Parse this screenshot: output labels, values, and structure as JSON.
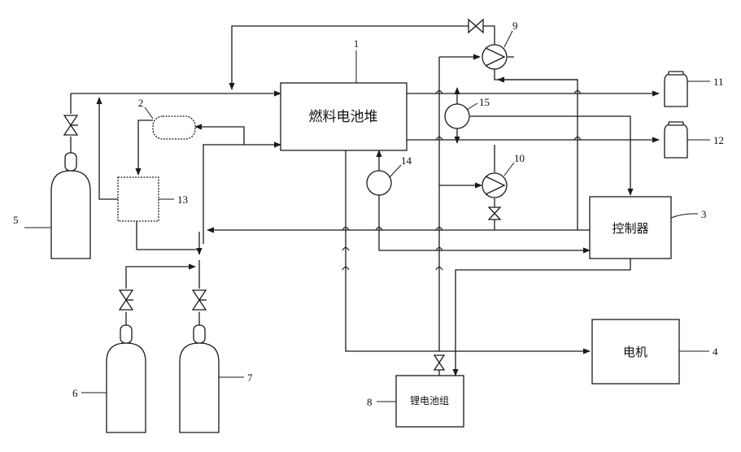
{
  "components": {
    "fuel_cell_stack": {
      "label": "燃料电池堆",
      "number": "1"
    },
    "buffer_tank": {
      "number": "2"
    },
    "controller": {
      "label": "控制器",
      "number": "3"
    },
    "motor": {
      "label": "电机",
      "number": "4"
    },
    "cylinder_left": {
      "number": "5"
    },
    "cylinder_bottom_left": {
      "number": "6"
    },
    "cylinder_bottom_right": {
      "number": "7"
    },
    "lithium_battery_pack": {
      "label": "锂电池组",
      "number": "8"
    },
    "pump_top": {
      "number": "9"
    },
    "pump_middle": {
      "number": "10"
    },
    "tank_top_right": {
      "number": "11"
    },
    "tank_bottom_right": {
      "number": "12"
    },
    "mixer_unit": {
      "number": "13"
    },
    "sensor_lower": {
      "number": "14"
    },
    "sensor_upper": {
      "number": "15"
    }
  }
}
